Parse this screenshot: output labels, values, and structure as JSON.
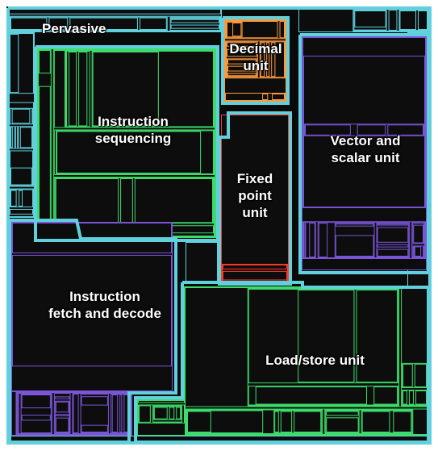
{
  "colors": {
    "background": "#0a0a0a",
    "frame": "#ffffff",
    "unit_border": "#5fd0dc",
    "pervasive": "#5fd0dc",
    "decimal": "#ff9a3c",
    "instruction_sequencing": "#3ddc6a",
    "fixed_point": "#ff3a2a",
    "vector_scalar": "#7a55d6",
    "fetch_decode": "#7a55d6",
    "load_store": "#3ddc6a"
  },
  "units": {
    "pervasive": {
      "lines": [
        "Pervasive"
      ]
    },
    "decimal": {
      "lines": [
        "Decimal",
        "unit"
      ]
    },
    "instruction_sequencing": {
      "lines": [
        "Instruction",
        "sequencing"
      ]
    },
    "fixed_point": {
      "lines": [
        "Fixed",
        "point",
        "unit"
      ]
    },
    "vector_scalar": {
      "lines": [
        "Vector and",
        "scalar unit"
      ]
    },
    "fetch_decode": {
      "lines": [
        "Instruction",
        "fetch and decode"
      ]
    },
    "load_store": {
      "lines": [
        "Load/store unit"
      ]
    }
  }
}
